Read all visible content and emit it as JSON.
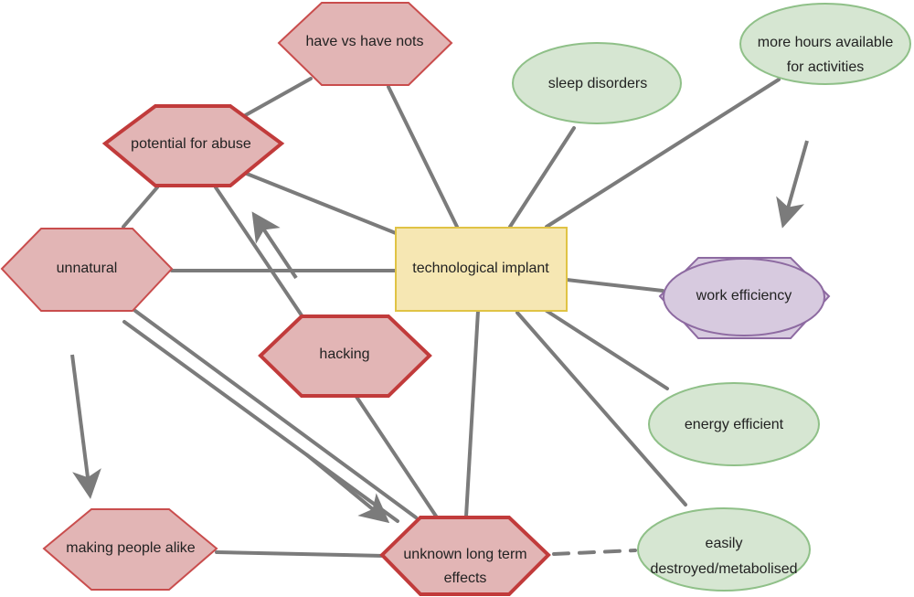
{
  "colors": {
    "edge": "#7b7b7b",
    "red_fill": "#e2b5b5",
    "red_stroke": "#c94d4d",
    "red_stroke_thick": "#c13b3b",
    "green_fill": "#d6e6d2",
    "green_stroke": "#8fc088",
    "yellow_fill": "#f6e7b3",
    "yellow_stroke": "#e0c345",
    "purple_fill": "#d7cadf",
    "purple_stroke": "#8d6aa1"
  },
  "nodes": {
    "tech": {
      "label": "technological implant"
    },
    "havevs": {
      "label": "have vs have nots"
    },
    "abuse": {
      "label": "potential for abuse"
    },
    "unnatural": {
      "label": "unnatural"
    },
    "hacking": {
      "label": "hacking"
    },
    "alike": {
      "label": "making people alike"
    },
    "unknown": {
      "line1": "unknown long term",
      "line2": "effects"
    },
    "sleep": {
      "label": "sleep disorders"
    },
    "hours": {
      "line1": "more hours available",
      "line2": "for activities"
    },
    "work": {
      "label": "work efficiency"
    },
    "energy": {
      "label": "energy efficient"
    },
    "easily": {
      "line1": "easily",
      "line2": "destroyed/metabolised"
    }
  }
}
